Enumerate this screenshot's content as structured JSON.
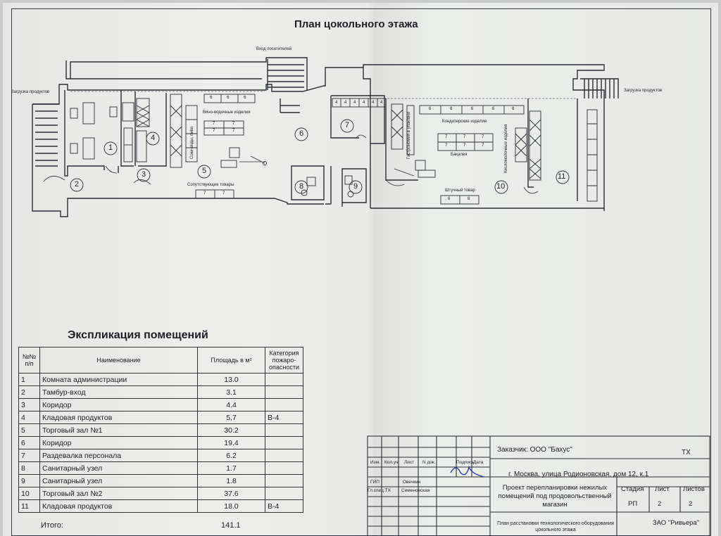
{
  "document": {
    "plan_title": "План цокольного этажа",
    "explication_title": "Экспликация помещений"
  },
  "plan_labels": {
    "entrance": "Вход посетителей",
    "loading_left": "Загрузка продуктов",
    "loading_right": "Загрузка продуктов",
    "wine": "Вино-водочные изделия",
    "soft_drinks": "Соки-воды, пиво",
    "related_goods": "Сопутствующие товары",
    "confectionery": "Кондитерские изделия",
    "grocery": "Бакалея",
    "gastronomy": "Гастрономия в упаковке",
    "dairy": "Кисломолочные изделия",
    "piece_goods": "Штучный товар"
  },
  "rooms": [
    "1",
    "2",
    "3",
    "4",
    "5",
    "6",
    "7",
    "8",
    "9",
    "10",
    "11"
  ],
  "table": {
    "headers": [
      "№№ п/п",
      "Наименование",
      "Площадь в м²",
      "Категория пожаро-опасности"
    ],
    "rows": [
      {
        "n": "1",
        "name": "Комната администрации",
        "area": "13.0",
        "cat": ""
      },
      {
        "n": "2",
        "name": "Тамбур-вход",
        "area": "3.1",
        "cat": ""
      },
      {
        "n": "3",
        "name": "Коридор",
        "area": "4.4",
        "cat": ""
      },
      {
        "n": "4",
        "name": "Кладовая продуктов",
        "area": "5,7",
        "cat": "В-4"
      },
      {
        "n": "5",
        "name": "Торговый зал №1",
        "area": "30.2",
        "cat": ""
      },
      {
        "n": "6",
        "name": "Коридор",
        "area": "19.4",
        "cat": ""
      },
      {
        "n": "7",
        "name": "Раздевалка персонала",
        "area": "6.2",
        "cat": ""
      },
      {
        "n": "8",
        "name": "Санитарный узел",
        "area": "1.7",
        "cat": ""
      },
      {
        "n": "9",
        "name": "Санитарный узел",
        "area": "1.8",
        "cat": ""
      },
      {
        "n": "10",
        "name": "Торговый зал №2",
        "area": "37.6",
        "cat": ""
      },
      {
        "n": "11",
        "name": "Кладовая продуктов",
        "area": "18.0",
        "cat": "В-4"
      }
    ],
    "total_label": "Итого:",
    "total_value": "141.1"
  },
  "stamp": {
    "customer": "Заказчик: ООО \"Бахус\"",
    "code": "ТХ",
    "address": "г. Москва, улица Родионовская, дом 12, к.1",
    "project": "Проект перепланировки нежилых помещений под продовольственный магазин",
    "sheet_title": "План расстановки технологического оборудования цокольного этажа",
    "company": "ЗАО \"Ривьера\"",
    "col_headers": [
      "Изм.",
      "Кол.уч",
      "Лист",
      "N док.",
      "Подпись",
      "Дата"
    ],
    "gip_role": "ГИП",
    "gip_name": "Овечкин",
    "spec_role": "Гл.спец.ТХ",
    "spec_name": "Семеновская",
    "stage_label": "Стадия",
    "sheet_label": "Лист",
    "sheets_label": "Листов",
    "stage": "РП",
    "sheet": "2",
    "sheets": "2"
  },
  "equipment_numbers": {
    "wine_row": [
      "6",
      "6",
      "6"
    ],
    "wine_cab": [
      "7",
      "7",
      "7",
      "7"
    ],
    "related": [
      "7",
      "7"
    ],
    "conf_row": [
      "6",
      "6",
      "6",
      "6",
      "6"
    ],
    "grocery": [
      "7",
      "7",
      "7",
      "7",
      "7",
      "7"
    ],
    "piece": [
      "6",
      "6"
    ],
    "room7": [
      "4",
      "4",
      "4",
      "4",
      "4",
      "4"
    ]
  }
}
